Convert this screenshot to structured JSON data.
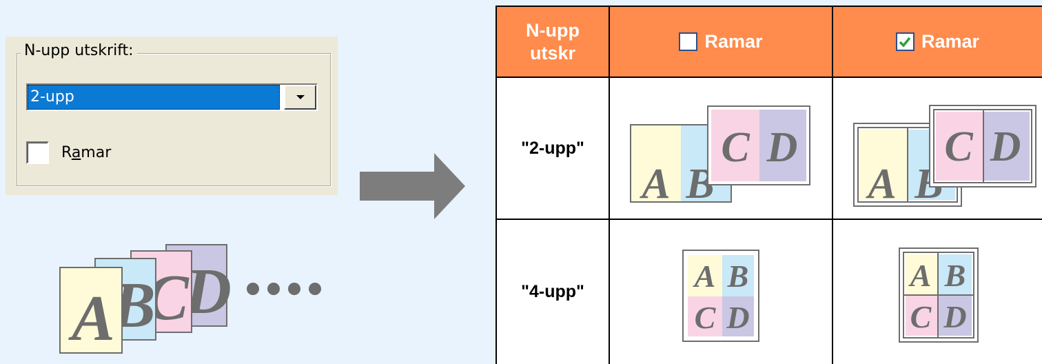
{
  "dialog": {
    "group_label": "N-upp utskrift:",
    "nup_selected": "2-upp",
    "borders_checkbox_label_pre": "R",
    "borders_checkbox_label_underlined": "a",
    "borders_checkbox_label_post": "mar",
    "borders_checked": false
  },
  "stack_pages": [
    "A",
    "B",
    "C",
    "D"
  ],
  "table": {
    "col_headers": {
      "first": "N-upp utskr",
      "no_border": "Ramar",
      "with_border": "Ramar"
    },
    "rows": [
      {
        "label": "\"2-upp\""
      },
      {
        "label": "\"4-upp\""
      }
    ],
    "page_letters": [
      "A",
      "B",
      "C",
      "D"
    ]
  },
  "colors": {
    "background": "#e8f3fd",
    "header": "#ff8b4c",
    "page_a": "#fffbd8",
    "page_b": "#c9e8f8",
    "page_c": "#f9d4e4",
    "page_d": "#cac7e4",
    "ink": "#6d6d6d",
    "selection": "#0b7ad5",
    "checkmark": "#2fa03a"
  }
}
